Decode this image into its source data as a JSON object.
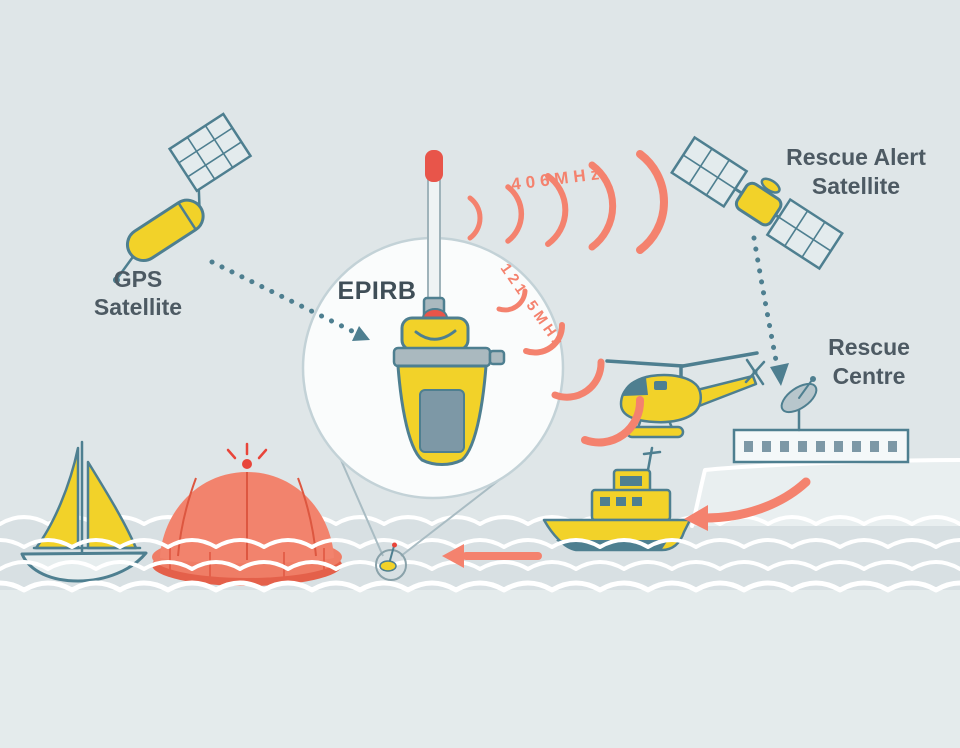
{
  "diagram": {
    "labels": {
      "gps_satellite": {
        "line1": "GPS",
        "line2": "Satellite"
      },
      "rescue_alert_satellite": {
        "line1": "Rescue Alert",
        "line2": "Satellite"
      },
      "rescue_centre": {
        "line1": "Rescue",
        "line2": "Centre"
      },
      "epirb": "EPIRB",
      "frequency_406": "406MHz",
      "frequency_121": "121.5MHz"
    },
    "colors": {
      "background": "#dfe6e8",
      "sea": "#d9e1e4",
      "outline_teal": "#4e7f90",
      "device_yellow": "#f2d229",
      "signal_salmon": "#f4826e",
      "alert_red": "#e8453a",
      "label_text": "#4d5a63",
      "wave_white": "#ffffff"
    }
  }
}
